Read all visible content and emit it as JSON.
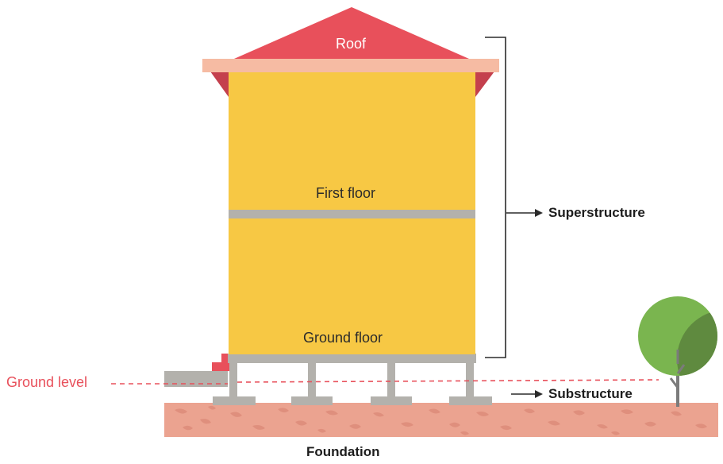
{
  "labels": {
    "roof": "Roof",
    "first_floor": "First floor",
    "ground_floor": "Ground floor",
    "superstructure": "Superstructure",
    "substructure": "Substructure",
    "ground_level": "Ground level",
    "foundation": "Foundation"
  },
  "colors": {
    "roof": "#e8505b",
    "roof_trim": "#f6bba3",
    "eave": "#c4404d",
    "walls": "#f7c844",
    "slab": "#b3b1ac",
    "soil": "#eba390",
    "soil_pattern": "#dd8c7a",
    "ground_level": "#e8505b",
    "tree_light": "#7ab54f",
    "tree_dark": "#5f8a3f",
    "trunk": "#7b7b7b",
    "ink": "#2b2b2b"
  }
}
